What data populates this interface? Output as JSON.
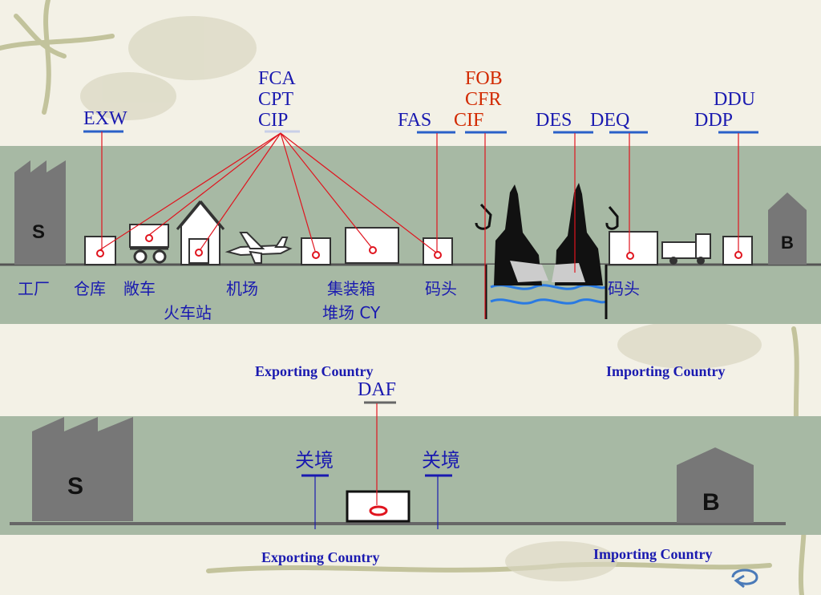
{
  "terms": {
    "exw": "EXW",
    "fca": "FCA",
    "cpt": "CPT",
    "cip": "CIP",
    "fas": "FAS",
    "fob": "FOB",
    "cfr": "CFR",
    "cif": "CIF",
    "des": "DES",
    "deq": "DEQ",
    "ddu": "DDU",
    "ddp": "DDP",
    "daf": "DAF"
  },
  "places": {
    "factory": "工厂",
    "warehouse": "仓库",
    "truck": "敞车",
    "rail_station": "火车站",
    "airport": "机场",
    "container_yard_1": "集装箱",
    "container_yard_2": "堆场 CY",
    "export_wharf": "码头",
    "import_wharf": "码头"
  },
  "building_letters": {
    "seller": "S",
    "buyer": "B"
  },
  "customs": {
    "left": "关境",
    "right": "关境"
  },
  "countries": {
    "top_exporting": "Exporting Country",
    "top_importing": "Importing Country",
    "bottom_exporting": "Exporting Country",
    "bottom_importing": "Importing Country"
  },
  "colors": {
    "term_blue": "#1a1ab0",
    "term_red": "#d22a00",
    "band": "#a7b9a4",
    "leader_line": "#e0141e"
  },
  "icons": [
    "factory-icon",
    "box-icon",
    "truck-icon",
    "house-icon",
    "airplane-icon",
    "container-icon",
    "ship-icon",
    "crane-icon",
    "water-icon",
    "warehouse-icon",
    "nav-arrow-icon"
  ]
}
